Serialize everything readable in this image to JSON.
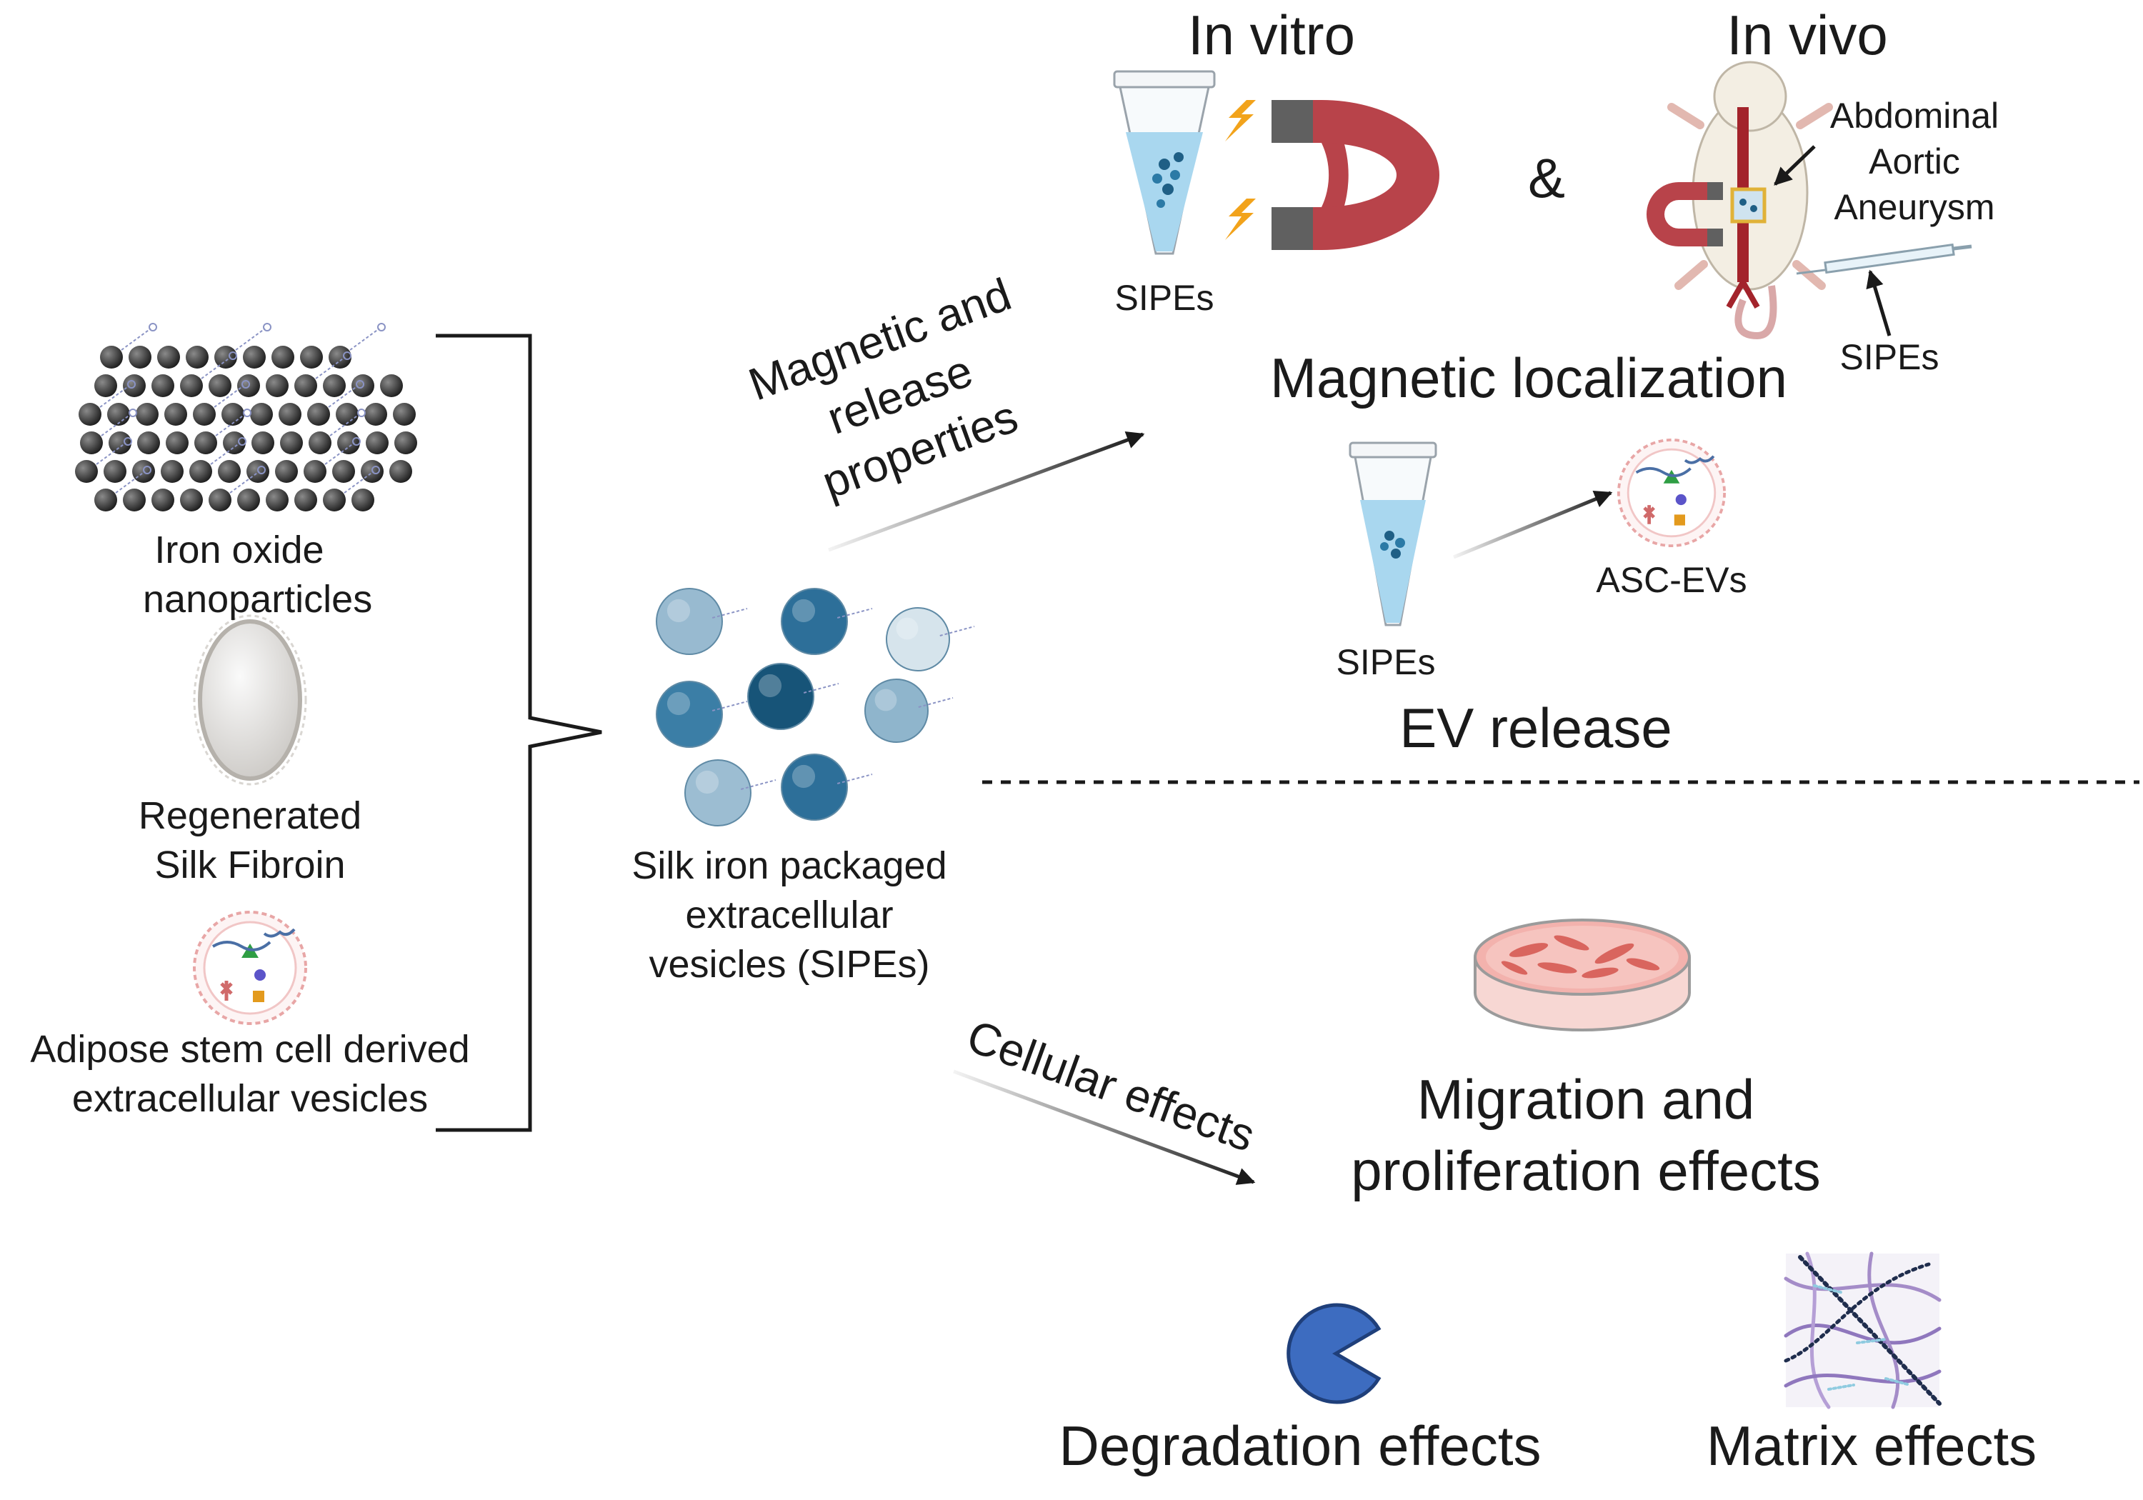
{
  "inputs": {
    "iron_oxide": [
      "Iron oxide",
      "nanoparticles"
    ],
    "silk": [
      "Regenerated",
      "Silk Fibroin"
    ],
    "asc": [
      "Adipose stem cell derived",
      "extracellular vesicles"
    ]
  },
  "sipes_label": [
    "Silk iron packaged",
    "extracellular",
    "vesicles (SIPEs)"
  ],
  "arrows": {
    "magnetic": [
      "Magnetic and",
      "release",
      "properties"
    ],
    "cellular": "Cellular effects"
  },
  "magnetic": {
    "in_vitro": "In vitro",
    "in_vivo": "In vivo",
    "ampersand": "&",
    "tube_label": "SIPEs",
    "aneurysm": [
      "Abdominal",
      "Aortic",
      "Aneurysm"
    ],
    "syringe_label": "SIPEs",
    "heading": "Magnetic localization"
  },
  "ev_release": {
    "tube_label": "SIPEs",
    "vesicle_label": "ASC-EVs",
    "heading": "EV release"
  },
  "effects": {
    "migration": [
      "Migration and",
      "proliferation effects"
    ],
    "degradation": "Degradation effects",
    "matrix": "Matrix effects"
  },
  "colors": {
    "magnet_red": "#b8434a",
    "magnet_gray": "#606060",
    "spark": "#f2a31b",
    "tube_liquid": "#a9d7ef",
    "vesicle_blue": "#1f5f85",
    "pacman_blue": "#3d6cc0",
    "dish_pink": "#f3b2ad",
    "ink": "#1a1a1a"
  }
}
